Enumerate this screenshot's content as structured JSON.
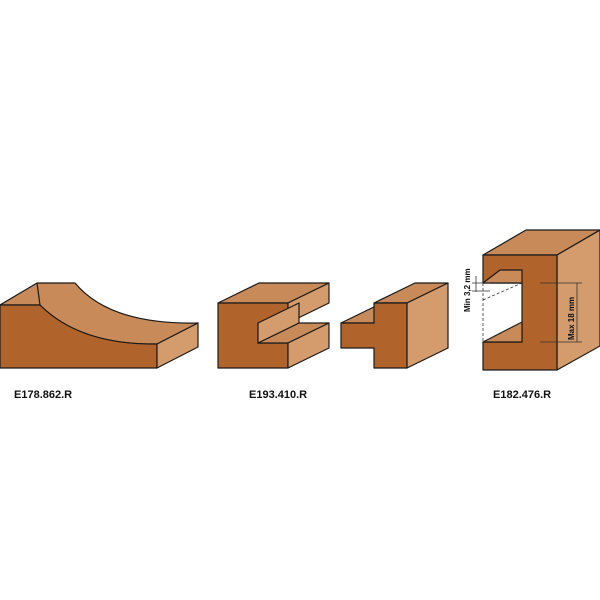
{
  "colors": {
    "top_face": "#c98a5a",
    "front_face": "#b0632a",
    "side_face": "#d49b6c",
    "outline": "#1a1a1a",
    "dim_line": "#333333"
  },
  "profiles": [
    {
      "code": "E178.862.R"
    },
    {
      "code": "E193.410.R"
    },
    {
      "code": "E182.476.R"
    }
  ],
  "dimensions": {
    "min_label": "Min 3,2 mm",
    "max_label": "Max 18 mm"
  }
}
